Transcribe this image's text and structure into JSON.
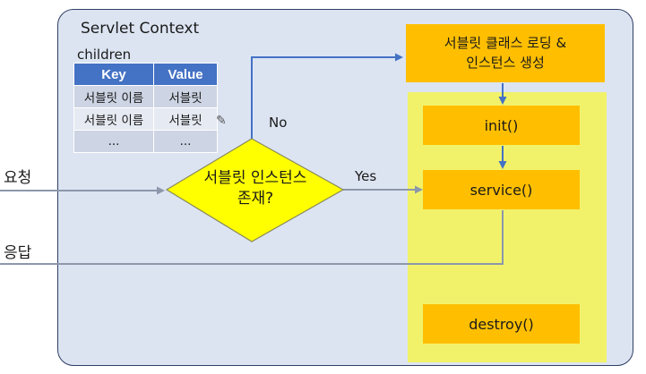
{
  "context": {
    "title": "Servlet Context"
  },
  "children": {
    "label": "children",
    "headers": [
      "Key",
      "Value"
    ],
    "rows": [
      [
        "서블릿 이름",
        "서블릿"
      ],
      [
        "서블릿 이름",
        "서블릿"
      ],
      [
        "...",
        "..."
      ]
    ]
  },
  "decision": {
    "line1": "서블릿 인스턴스",
    "line2": "존재?"
  },
  "edges": {
    "no": "No",
    "yes": "Yes"
  },
  "external": {
    "request": "요청",
    "response": "응답"
  },
  "lifecycle": {
    "load_line1": "서블릿 클래스 로딩 &",
    "load_line2": "인스턴스 생성",
    "init": "init()",
    "service": "service()",
    "destroy": "destroy()"
  },
  "colors": {
    "context_fill": "#dce4f2",
    "table_header": "#4472c4",
    "decision_fill": "#ffff00",
    "lifecycle_panel": "#f2f26a",
    "step_fill": "#ffbf00",
    "arrow_blue": "#4472c4",
    "arrow_gray": "#8c97ab"
  },
  "icons": {
    "table_cursor": "pencil-icon"
  }
}
